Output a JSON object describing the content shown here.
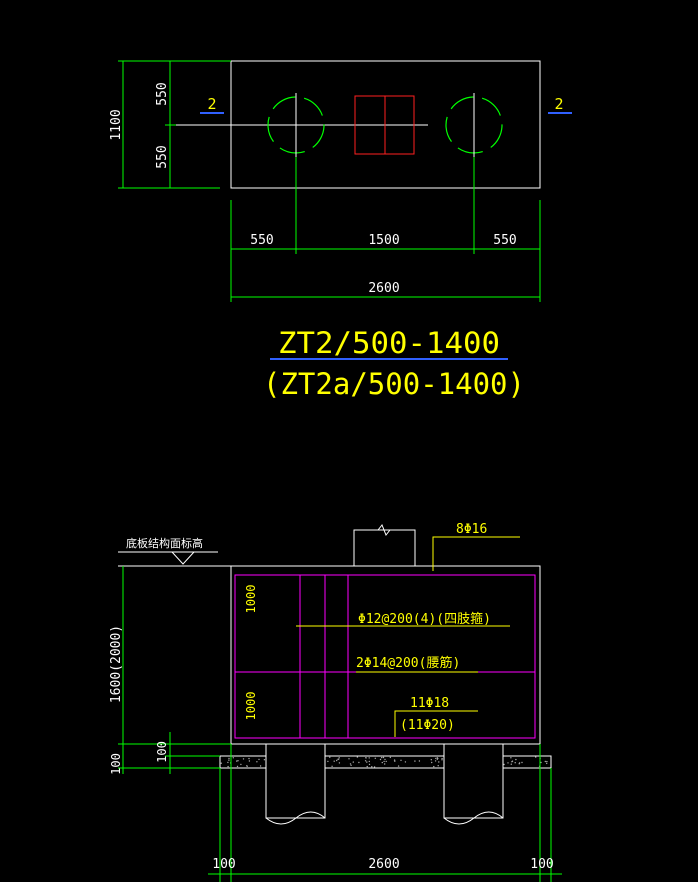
{
  "plan": {
    "dim_left_total": "1100",
    "dim_left_upper": "550",
    "dim_left_lower": "550",
    "section_mark_left": "2",
    "section_mark_right": "2",
    "dim_bottom_left": "550",
    "dim_bottom_mid": "1500",
    "dim_bottom_right": "550",
    "dim_overall": "2600"
  },
  "title": {
    "main": "ZT2/500-1400",
    "sub": "(ZT2a/500-1400)"
  },
  "section": {
    "elevation_label": "底板结构面标高",
    "top_bars": "8Φ16",
    "stirrups": "Φ12@200(4)(四肢箍)",
    "waist_bars": "2Φ14@200(腰筋)",
    "bottom_bars": "11Φ18",
    "bottom_bars_alt": "(11Φ20)",
    "dim_upper_1000": "1000",
    "dim_lower_1000": "1000",
    "dim_height": "1600(2000)",
    "dim_100_inner": "100",
    "dim_100_outer": "100",
    "dim_bottom_left": "100",
    "dim_bottom_mid": "2600",
    "dim_bottom_right": "100"
  },
  "colors": {
    "background": "#000000",
    "outline": "#ffffff",
    "dimension": "#00ff00",
    "text": "#ffffff",
    "annotation": "#ffff00",
    "rebar": "#ff00ff",
    "column": "#ff0000",
    "section_mark": "#0000ff"
  }
}
